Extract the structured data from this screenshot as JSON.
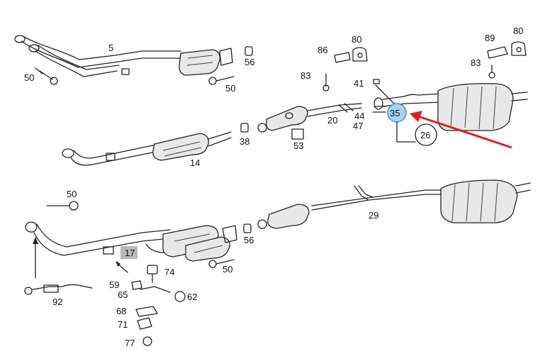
{
  "colors": {
    "highlight_fill": "#a9d4ef",
    "highlight_stroke": "#3a8fc4",
    "arrow": "#e02020",
    "gray_box": "#b8b8b8",
    "line": "#222222"
  },
  "labels": {
    "l5": "5",
    "l50a": "50",
    "l56a": "56",
    "l50b": "50",
    "l86": "86",
    "l80a": "80",
    "l83a": "83",
    "l41": "41",
    "l89": "89",
    "l80b": "80",
    "l83b": "83",
    "l20": "20",
    "l44": "44",
    "l47": "47",
    "l35": "35",
    "l26": "26",
    "l38": "38",
    "l53": "53",
    "l14": "14",
    "l50c": "50",
    "l29": "29",
    "l56b": "56",
    "l50d": "50",
    "l17": "17",
    "l74": "74",
    "l59": "59",
    "l65": "65",
    "l62": "62",
    "l68": "68",
    "l71": "71",
    "l77": "77",
    "l92": "92"
  }
}
